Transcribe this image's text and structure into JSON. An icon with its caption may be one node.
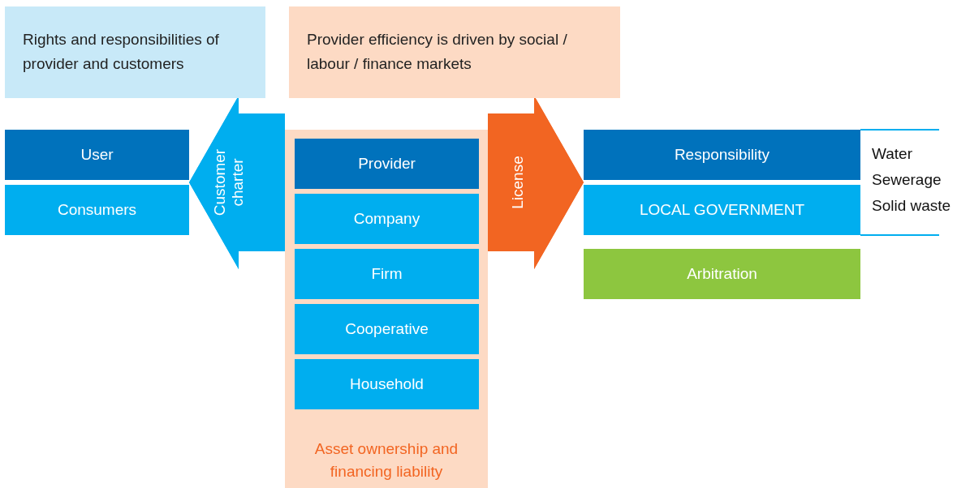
{
  "diagram": {
    "nodes": [
      {
        "text": [
          "Rights and responsibilities of provider and customers"
        ]
      },
      {
        "text": [
          "Provider efficiency is driven by social / labour / finance markets"
        ]
      },
      {
        "text": [
          "User"
        ]
      },
      {
        "text": [
          "Consumers"
        ]
      },
      {
        "text": [
          "Asset ownership and financing liability"
        ]
      },
      {
        "text": [
          "Provider"
        ],
        "in": 4
      },
      {
        "text": [
          "Company"
        ],
        "in": 4
      },
      {
        "text": [
          "Firm"
        ],
        "in": 4
      },
      {
        "text": [
          "Cooperative"
        ],
        "in": 4
      },
      {
        "text": [
          "Household"
        ],
        "in": 4
      },
      {
        "text": [
          "Responsibility"
        ]
      },
      {
        "text": [
          "LOCAL GOVERNMENT"
        ]
      },
      {
        "text": [
          "Arbitration"
        ]
      }
    ],
    "edges": [
      {
        "from": 4,
        "to": 2,
        "arrow": "to",
        "label": "Customer charter",
        "color": "#00aeef"
      },
      {
        "from": 4,
        "to": 3,
        "arrow": "to",
        "color": "#00aeef"
      },
      {
        "from": 4,
        "to": 10,
        "arrow": "to",
        "label": "License",
        "color": "#f26522"
      },
      {
        "from": 4,
        "to": 11,
        "arrow": "to",
        "color": "#f26522"
      }
    ],
    "labels": [
      "Water",
      "Sewerage",
      "Solid waste"
    ]
  }
}
